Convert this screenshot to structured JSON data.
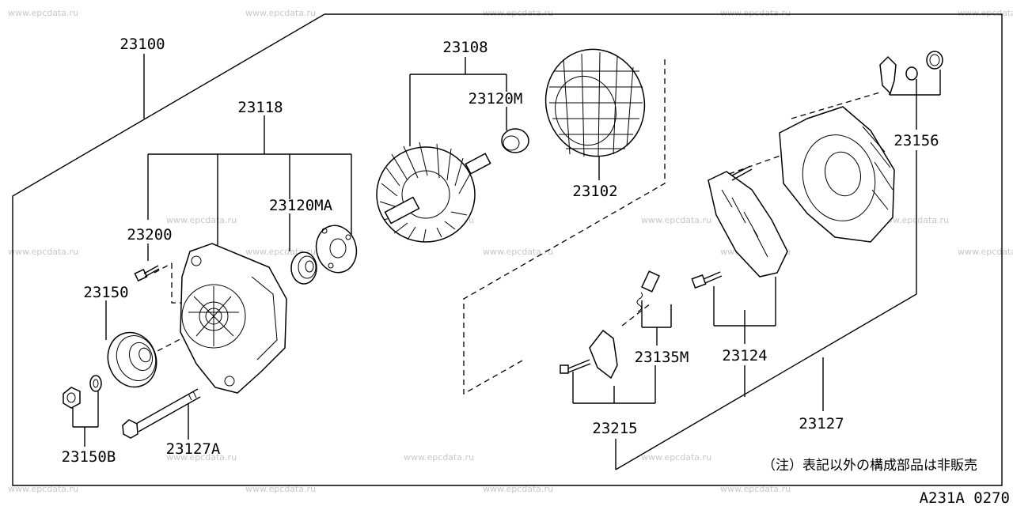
{
  "diagram": {
    "part_numbers": {
      "p23100": "23100",
      "p23118": "23118",
      "p23200": "23200",
      "p23120MA": "23120MA",
      "p23150": "23150",
      "p23150B": "23150B",
      "p23127A": "23127A",
      "p23108": "23108",
      "p23120M": "23120M",
      "p23102": "23102",
      "p23156": "23156",
      "p23124": "23124",
      "p23135M": "23135M",
      "p23215": "23215",
      "p23127": "23127"
    },
    "note": "（注）表記以外の構成部品は非販売",
    "drawing_code": "A231A 0270",
    "watermark": "www.epcdata.ru"
  }
}
